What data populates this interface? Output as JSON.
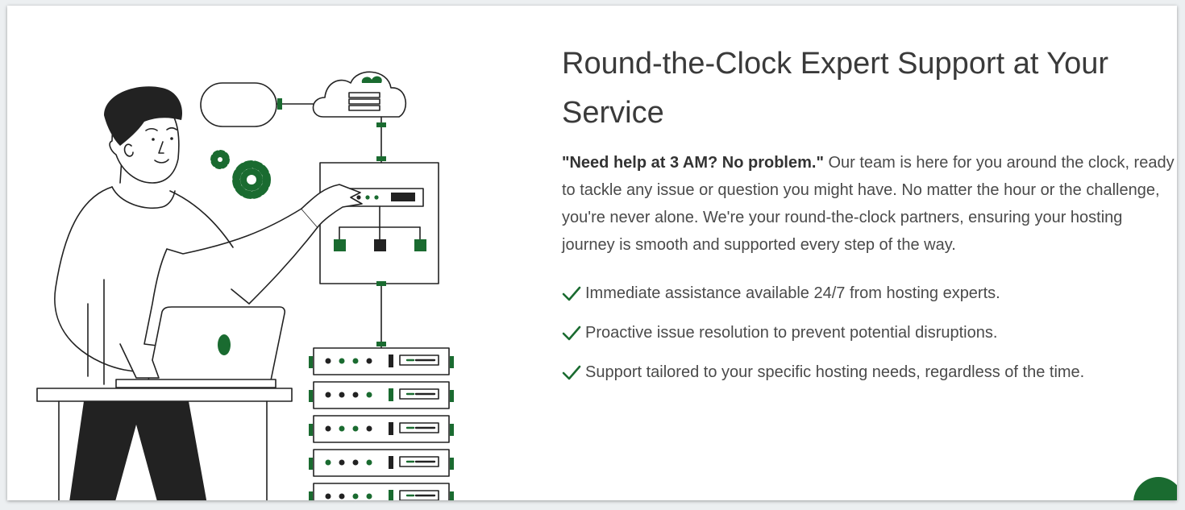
{
  "section": {
    "heading": "Round-the-Clock Expert Support at Your Service",
    "intro_bold": "\"Need help at 3 AM? No problem.\"",
    "intro_text": " Our team is here for you around the clock, ready to tackle any issue or question you might have. No matter the hour or the challenge, you're never alone. We're your round-the-clock partners, ensuring your hosting journey is smooth and supported every step of the way.",
    "features": [
      {
        "icon": "check-icon",
        "text": "Immediate assistance available 24/7 from hosting experts."
      },
      {
        "icon": "check-icon",
        "text": "Proactive issue resolution to prevent potential disruptions."
      },
      {
        "icon": "check-icon",
        "text": "Support tailored to your specific hosting needs, regardless of the time."
      }
    ]
  },
  "illustration": {
    "icon": "support-person-server-illustration"
  },
  "chat_widget": {
    "icon": "chat-bubble-icon"
  },
  "colors": {
    "accent": "#1a6b30",
    "outline": "#222222",
    "heading_text": "#3a3a3a",
    "body_text": "#4a4a4a"
  }
}
